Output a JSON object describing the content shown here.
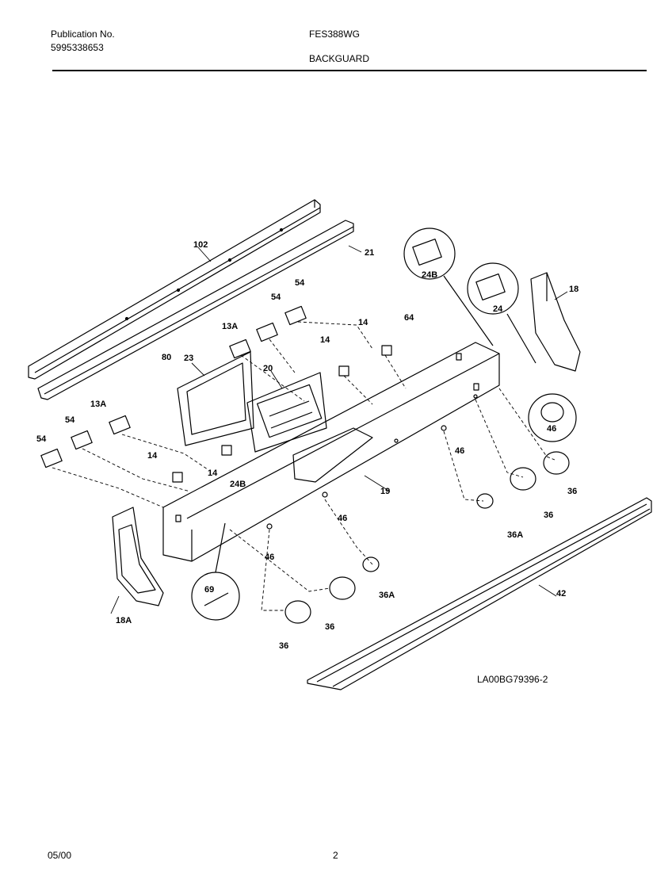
{
  "header": {
    "publication_label": "Publication No.",
    "publication_number": "5995338653",
    "model": "FES388WG",
    "section": "BACKGUARD"
  },
  "drawing_id": "LA00BG79396-2",
  "callouts": [
    {
      "id": "c102",
      "label": "102"
    },
    {
      "id": "c21",
      "label": "21"
    },
    {
      "id": "c24b_top",
      "label": "24B"
    },
    {
      "id": "c24",
      "label": "24"
    },
    {
      "id": "c18",
      "label": "18"
    },
    {
      "id": "c54_a",
      "label": "54"
    },
    {
      "id": "c54_b",
      "label": "54"
    },
    {
      "id": "c13a_top",
      "label": "13A"
    },
    {
      "id": "c14_a",
      "label": "14"
    },
    {
      "id": "c64",
      "label": "64"
    },
    {
      "id": "c14_b",
      "label": "14"
    },
    {
      "id": "c80",
      "label": "80"
    },
    {
      "id": "c23",
      "label": "23"
    },
    {
      "id": "c20",
      "label": "20"
    },
    {
      "id": "c13a_left",
      "label": "13A"
    },
    {
      "id": "c54_c",
      "label": "54"
    },
    {
      "id": "c54_d",
      "label": "54"
    },
    {
      "id": "c46_knob",
      "label": "46"
    },
    {
      "id": "c46_a",
      "label": "46"
    },
    {
      "id": "c14_c",
      "label": "14"
    },
    {
      "id": "c14_d",
      "label": "14"
    },
    {
      "id": "c24b_mid",
      "label": "24B"
    },
    {
      "id": "c19",
      "label": "19"
    },
    {
      "id": "c36_a",
      "label": "36"
    },
    {
      "id": "c36_b",
      "label": "36"
    },
    {
      "id": "c46_b",
      "label": "46"
    },
    {
      "id": "c36a_a",
      "label": "36A"
    },
    {
      "id": "c46_c",
      "label": "46"
    },
    {
      "id": "c69",
      "label": "69"
    },
    {
      "id": "c36a_b",
      "label": "36A"
    },
    {
      "id": "c42",
      "label": "42"
    },
    {
      "id": "c18a",
      "label": "18A"
    },
    {
      "id": "c36_c",
      "label": "36"
    },
    {
      "id": "c36_d",
      "label": "36"
    }
  ],
  "footer": {
    "date": "05/00",
    "page": "2"
  }
}
